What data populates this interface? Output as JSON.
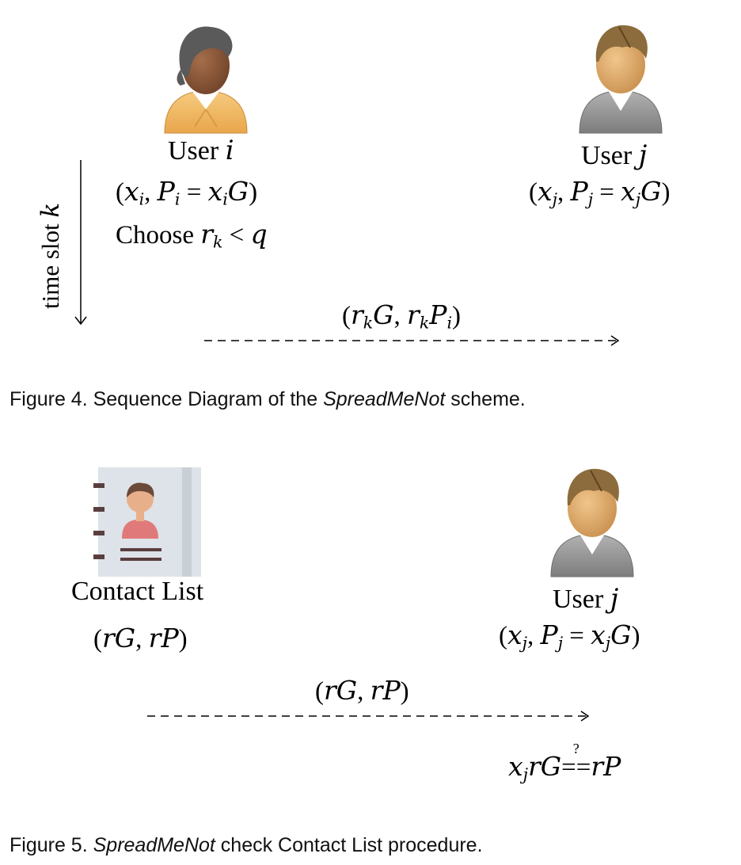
{
  "figure4": {
    "user_i": {
      "label_text": "User ",
      "label_var": "i",
      "keypair": {
        "open": "(",
        "x": "x",
        "x_sub": "i",
        "comma": ", ",
        "P": "P",
        "P_sub": "i",
        "eq": " = ",
        "x2": "x",
        "x2_sub": "i",
        "G": "G",
        "close": ")"
      },
      "choose_text": "Choose ",
      "choose_r": "r",
      "choose_r_sub": "k",
      "choose_lt": " < ",
      "choose_q": "q"
    },
    "user_j": {
      "label_text": "User ",
      "label_var": "j",
      "keypair": {
        "open": "(",
        "x": "x",
        "x_sub": "j",
        "comma": ", ",
        "P": "P",
        "P_sub": "j",
        "eq": " = ",
        "x2": "x",
        "x2_sub": "j",
        "G": "G",
        "close": ")"
      }
    },
    "time_axis": {
      "label_text": "time slot ",
      "label_var": "k"
    },
    "message": {
      "open": "(",
      "r1": "r",
      "r1_sub": "k",
      "G": "G",
      "comma": ", ",
      "r2": "r",
      "r2_sub": "k",
      "P": "P",
      "P_sub": "i",
      "close": ")"
    },
    "caption": {
      "prefix": "Figure 4. Sequence Diagram of the ",
      "emph": "SpreadMeNot",
      "suffix": " scheme."
    }
  },
  "figure5": {
    "contact_list": {
      "label": "Contact List",
      "value_open": "(",
      "value_r1": "r",
      "value_G": "G",
      "value_comma": ", ",
      "value_r2": "r",
      "value_P": "P",
      "value_close": ")"
    },
    "user_j": {
      "label_text": "User ",
      "label_var": "j",
      "keypair": {
        "open": "(",
        "x": "x",
        "x_sub": "j",
        "comma": ", ",
        "P": "P",
        "P_sub": "j",
        "eq": " = ",
        "x2": "x",
        "x2_sub": "j",
        "G": "G",
        "close": ")"
      }
    },
    "message": {
      "open": "(",
      "r1": "r",
      "G": "G",
      "comma": ", ",
      "r2": "r",
      "P": "P",
      "close": ")"
    },
    "check": {
      "x": "x",
      "x_sub": "j",
      "rG": "rG",
      "question": "?",
      "eq": " == ",
      "rP": "rP"
    },
    "caption": {
      "prefix": "Figure 5. ",
      "emph": "SpreadMeNot",
      "suffix": " check Contact List procedure."
    }
  },
  "colors": {
    "user_i_shirt": "#f2b866",
    "user_i_skin": "#8b5a3c",
    "user_i_hair": "#555555",
    "user_j_shirt": "#999999",
    "user_j_skin": "#d9a86c",
    "user_j_hair": "#8a6a3a",
    "contact_book": "#dde3e8",
    "contact_spine": "#c9d0d5",
    "contact_rings": "#5a3e3e",
    "contact_shirt": "#e07a7a",
    "contact_skin": "#e8b08a",
    "contact_hair": "#6b4a3a"
  },
  "icons": [
    "user-i-avatar-icon",
    "user-j-avatar-icon",
    "contact-list-icon"
  ]
}
